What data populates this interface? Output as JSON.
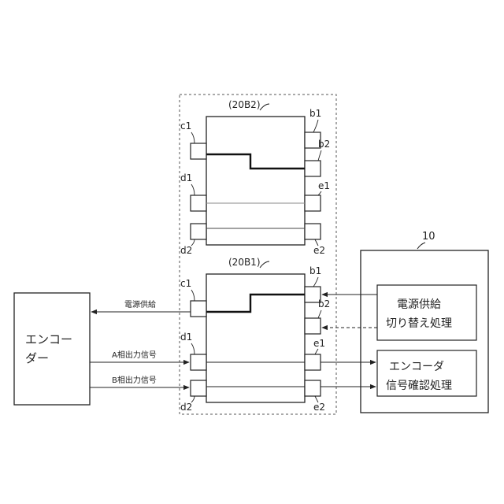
{
  "unit_b2": {
    "label": "(20B2)",
    "pins": {
      "c1": "c1",
      "d1": "d1",
      "d2": "d2",
      "b1": "b1",
      "b2": "b2",
      "e1": "e1",
      "e2": "e2"
    }
  },
  "unit_b1": {
    "label": "(20B1)",
    "pins": {
      "c1": "c1",
      "d1": "d1",
      "d2": "d2",
      "b1": "b1",
      "b2": "b2",
      "e1": "e1",
      "e2": "e2"
    }
  },
  "encoder": {
    "line1": "エンコー",
    "line2": "ダー"
  },
  "controller": {
    "label": "10",
    "power_box": {
      "line1": "電源供給",
      "line2": "切り替え処理"
    },
    "signal_box": {
      "line1": "エンコーダ",
      "line2": "信号確認処理"
    }
  },
  "wires": {
    "power": "電源供給",
    "a_phase": "A相出力信号",
    "b_phase": "B相出力信号"
  }
}
